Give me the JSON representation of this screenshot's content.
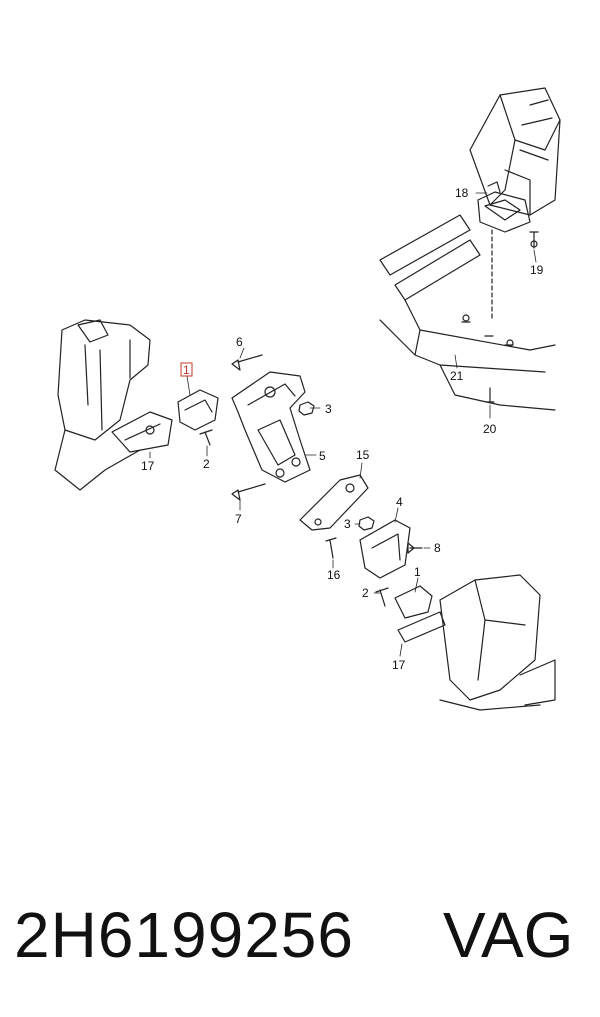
{
  "callouts": {
    "c1_top": "1",
    "c2_top": "2",
    "c3_top": "3",
    "c5": "5",
    "c6": "6",
    "c7": "7",
    "c17_left": "17",
    "c18": "18",
    "c19": "19",
    "c20": "20",
    "c21": "21",
    "c15": "15",
    "c4": "4",
    "c3_mid": "3",
    "c8": "8",
    "c16": "16",
    "c1_bottom": "1",
    "c2_bottom": "2",
    "c17_bottom": "17"
  },
  "highlight_color": "#c0392b",
  "footer": {
    "part_number": "2H6199256",
    "brand": "VAG"
  }
}
